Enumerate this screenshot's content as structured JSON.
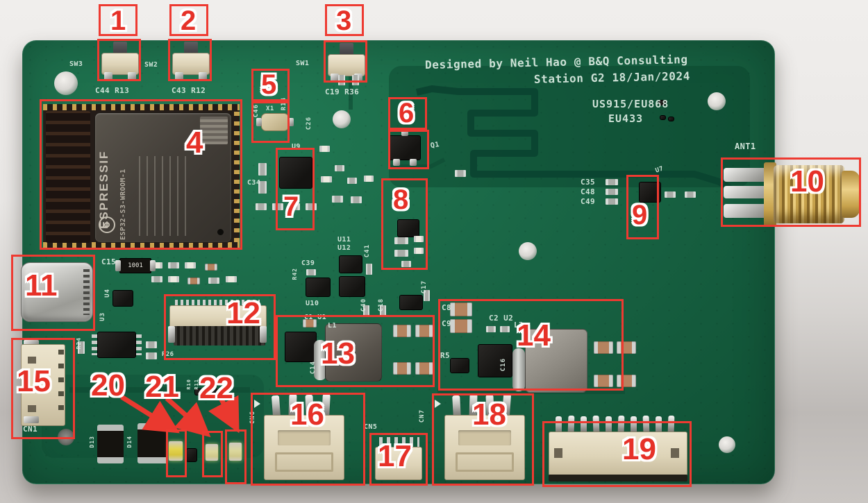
{
  "annotations": [
    {
      "label": "1"
    },
    {
      "label": "2"
    },
    {
      "label": "3"
    },
    {
      "label": "4"
    },
    {
      "label": "5"
    },
    {
      "label": "6"
    },
    {
      "label": "7"
    },
    {
      "label": "8"
    },
    {
      "label": "9"
    },
    {
      "label": "10"
    },
    {
      "label": "11"
    },
    {
      "label": "12"
    },
    {
      "label": "13"
    },
    {
      "label": "14"
    },
    {
      "label": "15"
    },
    {
      "label": "16"
    },
    {
      "label": "17"
    },
    {
      "label": "18"
    },
    {
      "label": "19"
    },
    {
      "label": "20"
    },
    {
      "label": "21"
    },
    {
      "label": "22"
    }
  ],
  "board": {
    "designer_line": "Designed by Neil Hao @ B&Q Consulting",
    "station_line": "Station G2 18/Jan/2024",
    "freq_line1": "US915/EU868",
    "freq_line2": "EU433",
    "antenna_label": "ANT1"
  },
  "esp32": {
    "brand": "ESPRESSIF",
    "model": "ESP32-S3-WROOM-1"
  },
  "component_markings": {
    "c15_resistor": "1001"
  },
  "silkscreen": {
    "sw1": "SW1",
    "sw2": "SW2",
    "sw3": "SW3",
    "c44_r13": "C44 R13",
    "c43_r12": "C43 R12",
    "c19_r36": "C19 R36",
    "x1": "X1",
    "r14": "R14",
    "c46": "C46",
    "c26": "C26",
    "u9": "U9",
    "c34": "C34",
    "q1": "Q1",
    "c35": "C35",
    "c48": "C48",
    "c49": "C49",
    "u7": "U7",
    "c15": "C15",
    "u4": "U4",
    "u3": "U3",
    "c39": "C39",
    "r42": "R42",
    "u10": "U10",
    "u11": "U11",
    "u12": "U12",
    "c41": "C41",
    "c40": "C40",
    "c18": "C18",
    "c17": "C17",
    "c1_u1": "C1 U1",
    "l1": "L1",
    "c14": "C14",
    "c8": "C8",
    "c9": "C9",
    "c2_u2": "C2 U2",
    "l2": "L2",
    "r5": "R5",
    "c16": "C16",
    "cn1": "CN1",
    "r24": "R24",
    "r26": "R26",
    "d13": "D13",
    "d14": "D14",
    "r10": "R10",
    "r11": "R11",
    "cn6": "CN6",
    "cn5": "CN5",
    "cn7": "CN7"
  },
  "colors": {
    "annotation_red": "#ee3a31",
    "board_green": "#166044",
    "silkscreen_white": "#d8e9df",
    "sma_gold": "#d4aa55"
  }
}
